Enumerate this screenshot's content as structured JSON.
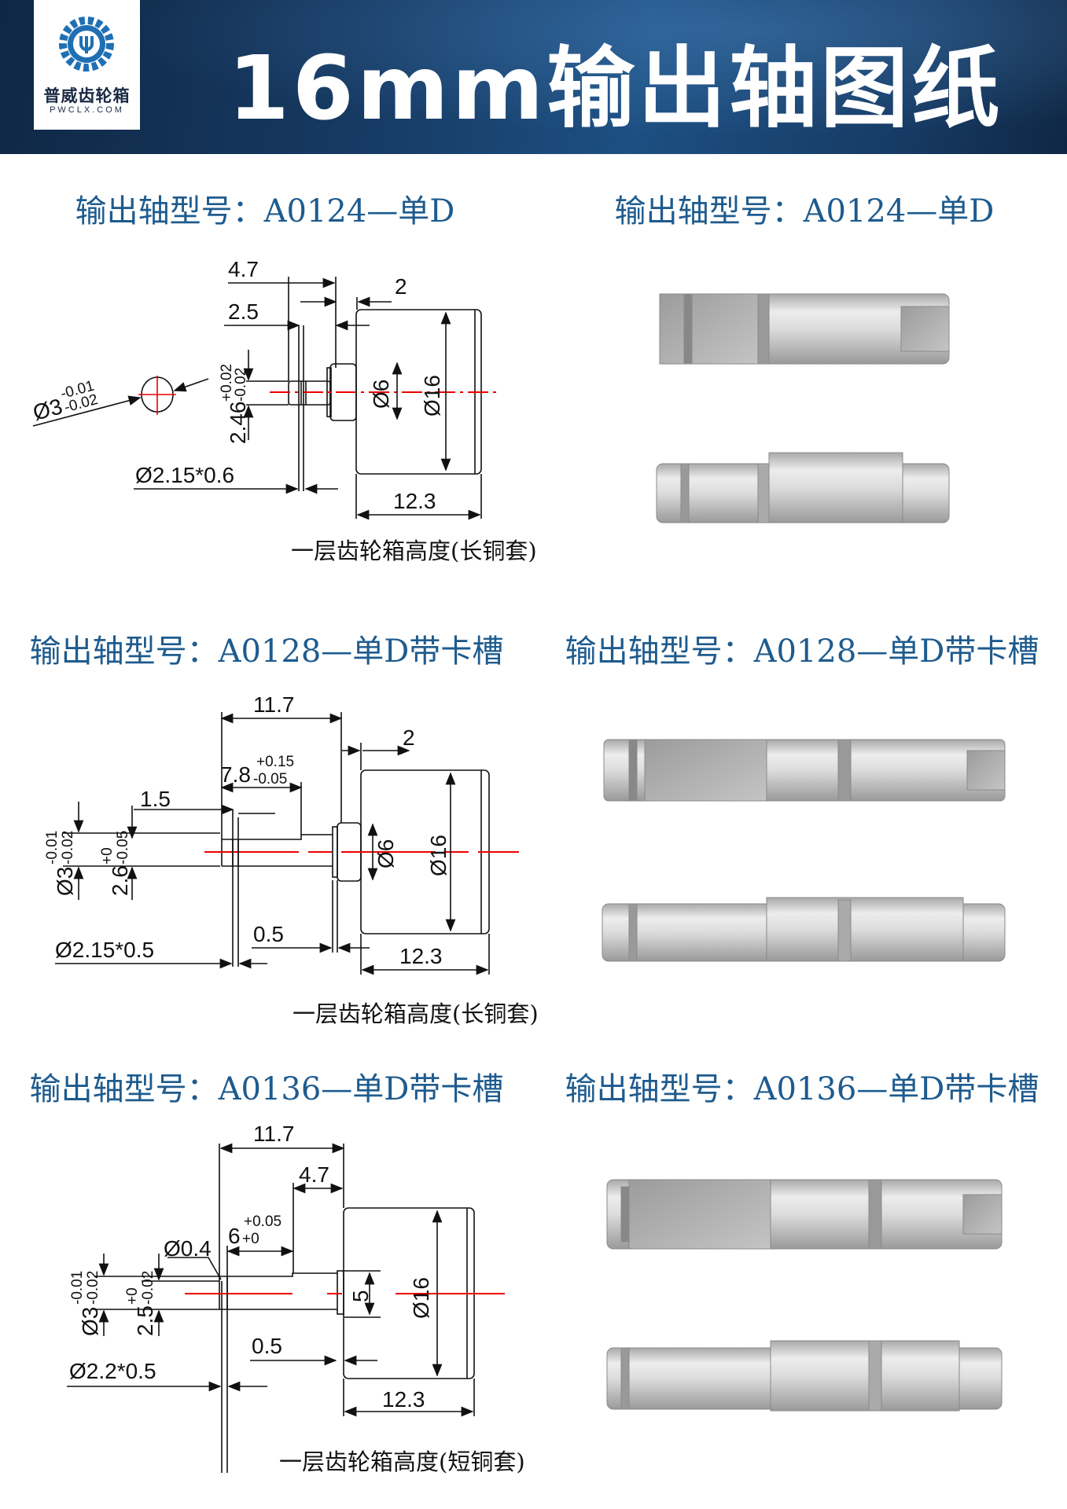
{
  "header": {
    "title": "16mm输出轴图纸",
    "logo_cn": "普威齿轮箱",
    "logo_en": "PWCLX.COM",
    "bg_color": "#163a63"
  },
  "sections": [
    {
      "left_title": "输出轴型号：A0124—单D",
      "right_title": "输出轴型号：A0124—单D",
      "dims": {
        "a": "4.7",
        "b": "2",
        "c": "2.5",
        "d6": "Ø6",
        "d16": "Ø16",
        "d3": "Ø3",
        "d3_up": "-0.01",
        "d3_lo": "-0.02",
        "flat": "2.46",
        "flat_up": "+0.02",
        "flat_lo": "-0.02",
        "groove": "Ø2.15*0.6",
        "len": "12.3"
      },
      "caption": "一层齿轮箱高度(长铜套)"
    },
    {
      "left_title": "输出轴型号：A0128—单D带卡槽",
      "right_title": "输出轴型号：A0128—单D带卡槽",
      "dims": {
        "a": "11.7",
        "b": "2",
        "c": "7.8",
        "c_up": "+0.15",
        "c_lo": "-0.05",
        "e": "1.5",
        "d3": "Ø3",
        "d3_up": "-0.01",
        "d3_lo": "-0.02",
        "flat": "2.6",
        "flat_up": "+0",
        "flat_lo": "-0.05",
        "d6": "Ø6",
        "d16": "Ø16",
        "f": "0.5",
        "groove": "Ø2.15*0.5",
        "len": "12.3"
      },
      "caption": "一层齿轮箱高度(长铜套)"
    },
    {
      "left_title": "输出轴型号：A0136—单D带卡槽",
      "right_title": "输出轴型号：A0136—单D带卡槽",
      "dims": {
        "a": "11.7",
        "b": "4.7",
        "c": "6",
        "c_up": "+0.05",
        "c_lo": "+0",
        "d04": "Ø0.4",
        "d3": "Ø3",
        "d3_up": "-0.01",
        "d3_lo": "-0.02",
        "flat": "2.5",
        "flat_up": "+0",
        "flat_lo": "-0.02",
        "d5": "5",
        "d16": "Ø16",
        "f": "0.5",
        "groove": "Ø2.2*0.5",
        "len": "12.3"
      },
      "caption": "一层齿轮箱高度(短铜套)"
    }
  ],
  "colors": {
    "title_blue": "#1e5b8e",
    "centerline": "#e00000",
    "shaft": "#c9c9c9"
  }
}
